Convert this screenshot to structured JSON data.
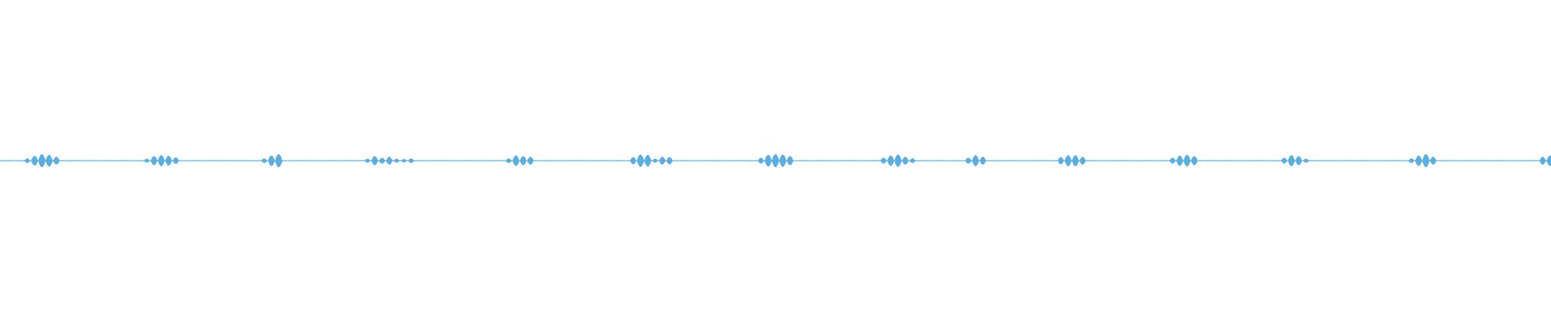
{
  "waveform": {
    "color": "#5aaee0",
    "background": "#ffffff",
    "baseline_color": "#6bb6e4",
    "bursts": [
      {
        "center": 0.027,
        "amps": [
          0.35,
          0.75,
          1.0,
          0.9,
          0.6
        ]
      },
      {
        "center": 0.104,
        "amps": [
          0.3,
          0.7,
          0.85,
          0.75,
          0.5
        ]
      },
      {
        "center": 0.175,
        "amps": [
          0.35,
          0.8,
          1.0
        ]
      },
      {
        "center": 0.251,
        "amps": [
          0.3,
          0.7,
          0.45,
          0.6,
          0.3,
          0.25,
          0.35
        ]
      },
      {
        "center": 0.335,
        "amps": [
          0.35,
          0.8,
          0.7,
          0.6
        ]
      },
      {
        "center": 0.42,
        "amps": [
          0.55,
          0.95,
          0.9,
          0.3,
          0.6,
          0.55
        ]
      },
      {
        "center": 0.5,
        "amps": [
          0.45,
          0.9,
          1.0,
          0.95,
          0.7
        ]
      },
      {
        "center": 0.579,
        "amps": [
          0.45,
          0.8,
          0.95,
          0.6,
          0.35
        ]
      },
      {
        "center": 0.629,
        "amps": [
          0.45,
          0.85,
          0.6
        ]
      },
      {
        "center": 0.691,
        "amps": [
          0.55,
          0.85,
          0.85,
          0.6
        ]
      },
      {
        "center": 0.763,
        "amps": [
          0.45,
          0.8,
          0.9,
          0.7
        ]
      },
      {
        "center": 0.835,
        "amps": [
          0.45,
          0.85,
          0.7,
          0.3
        ]
      },
      {
        "center": 0.917,
        "amps": [
          0.35,
          0.8,
          1.0,
          0.6
        ]
      },
      {
        "center": 0.997,
        "amps": [
          0.6,
          0.8
        ]
      }
    ]
  }
}
